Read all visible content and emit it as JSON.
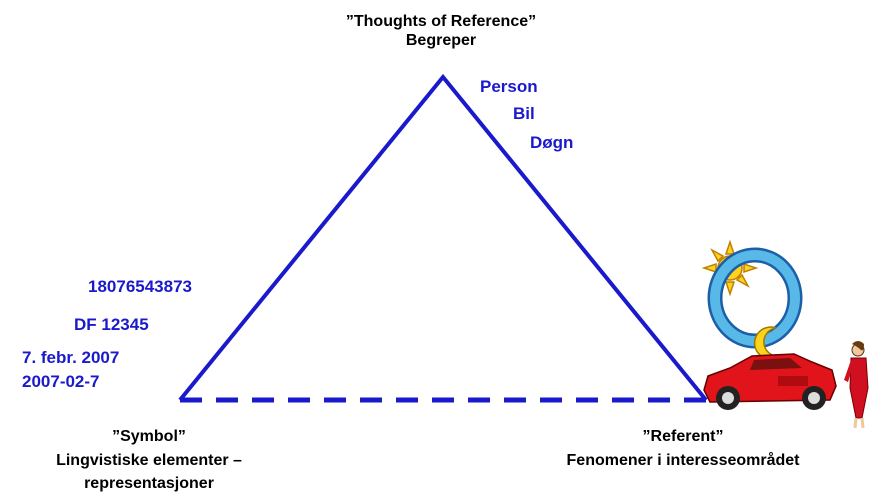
{
  "top": {
    "line1": "”Thoughts of Reference”",
    "line2": "Begreper",
    "concepts": [
      "Person",
      "Bil",
      "Døgn"
    ]
  },
  "left": {
    "line1": "”Symbol”",
    "line2": "Lingvistiske elementer –",
    "line3": "representasjoner",
    "symbols": [
      "18076543873",
      "DF 12345",
      "7. febr. 2007",
      "2007-02-7"
    ]
  },
  "right": {
    "line1": "”Referent”",
    "line2": "Fenomener i interesseområdet"
  },
  "colors": {
    "triangle": "#1a1acc",
    "car": "#e0141a",
    "ring": "#1e8fd0",
    "sun": "#ffd21e",
    "woman": "#d01020"
  },
  "icons": [
    "sun-icon",
    "moon-icon",
    "cycle-ring-icon",
    "car-icon",
    "woman-icon"
  ]
}
